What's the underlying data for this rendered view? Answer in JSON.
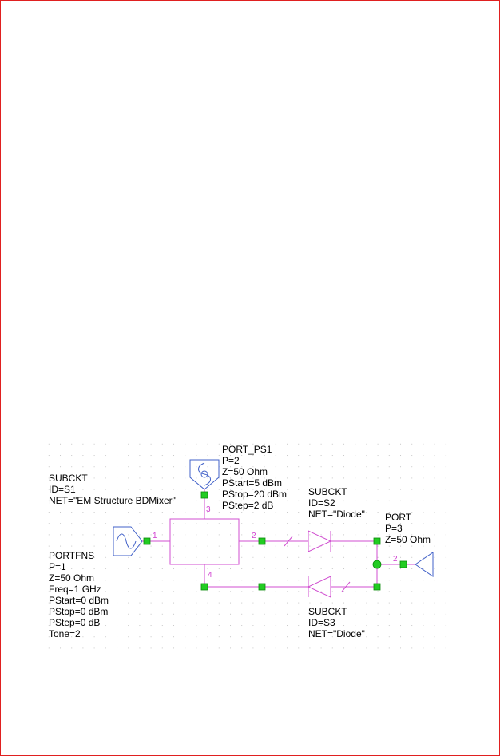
{
  "colors": {
    "wire": "#d04fd0",
    "port_symbol": "#4060c8",
    "node": "#22cc22",
    "node_border": "#0a8a0a",
    "frame": "#e02020",
    "grid": "#c8c8c8",
    "text": "#000000"
  },
  "icons": {
    "source": "sine-wave-icon",
    "power_source": "power-sweep-icon",
    "port": "port-terminal-icon",
    "diode": "diode-icon"
  },
  "elements": {
    "port_ps1": {
      "lines": [
        "PORT_PS1",
        "P=2",
        "Z=50 Ohm",
        "PStart=5 dBm",
        "PStop=20 dBm",
        "PStep=2 dB"
      ]
    },
    "subckt_s1": {
      "lines": [
        "SUBCKT",
        "ID=S1",
        "NET=\"EM Structure BDMixer\""
      ]
    },
    "subckt_s2": {
      "lines": [
        "SUBCKT",
        "ID=S2",
        "NET=\"Diode\""
      ]
    },
    "port3": {
      "lines": [
        "PORT",
        "P=3",
        "Z=50 Ohm"
      ]
    },
    "portfns": {
      "lines": [
        "PORTFNS",
        "P=1",
        "Z=50 Ohm",
        "Freq=1 GHz",
        "PStart=0 dBm",
        "PStop=0 dBm",
        "PStep=0 dB",
        "Tone=2"
      ]
    },
    "subckt_s3": {
      "lines": [
        "SUBCKT",
        "ID=S3",
        "NET=\"Diode\""
      ]
    }
  },
  "pins": {
    "s1_pin1": "1",
    "s1_pin2": "2",
    "s1_pin3": "3",
    "s1_pin4": "4",
    "port3_pin": "2"
  }
}
